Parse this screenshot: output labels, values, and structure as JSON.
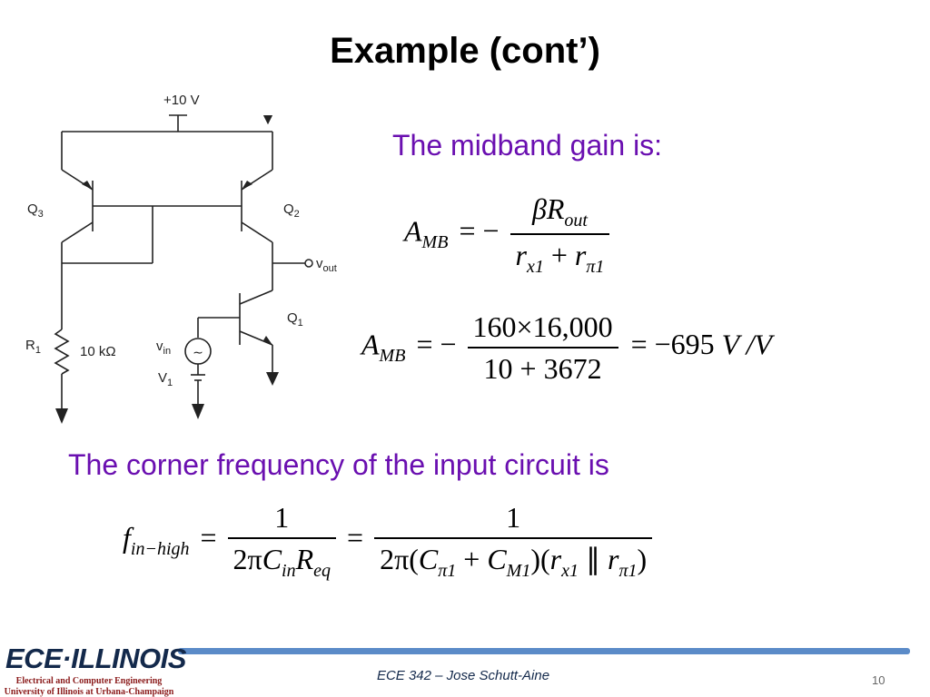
{
  "slide": {
    "title": "Example (cont’)",
    "midband_text": "The midband gain is:",
    "corner_text": "The corner frequency of the input circuit is",
    "footer_course": "ECE 342 – Jose Schutt-Aine",
    "page_number": "10"
  },
  "logo": {
    "name": "ECE·ILLINOIS",
    "line1": "Electrical and Computer Engineering",
    "line2": "University of Illinois at Urbana-Champaign"
  },
  "circuit": {
    "supply": "+10 V",
    "q3": "Q",
    "q3_sub": "3",
    "q2": "Q",
    "q2_sub": "2",
    "q1": "Q",
    "q1_sub": "1",
    "r1": "R",
    "r1_sub": "1",
    "r1_value": "10 kΩ",
    "vout": "v",
    "vout_sub": "out",
    "vin": "v",
    "vin_sub": "in",
    "v1": "V",
    "v1_sub": "1"
  },
  "eq1": {
    "lhs": "A",
    "lhs_sub": "MB",
    "equals_neg": "= −",
    "num_beta": "β",
    "num_r": "R",
    "num_sub": "out",
    "den_r1": "r",
    "den_sub1": "x1",
    "plus": "+",
    "den_r2": "r",
    "den_sub2": "π1"
  },
  "eq2": {
    "lhs": "A",
    "lhs_sub": "MB",
    "equals_neg": "= −",
    "numerator": "160×16,000",
    "denominator": "10 + 3672",
    "result": "= −695",
    "unit": "V /V"
  },
  "eq3": {
    "lhs": "f",
    "lhs_sub": "in−high",
    "equals1": "=",
    "num1": "1",
    "den1_coef": "2π",
    "den1_c": "C",
    "den1_c_sub": "in",
    "den1_r": "R",
    "den1_r_sub": "eq",
    "equals2": "=",
    "num2": "1",
    "den2_coef": "2π",
    "den2_c1": "C",
    "den2_c1_sub": "π1",
    "plus": "+",
    "den2_c2": "C",
    "den2_c2_sub": "M1",
    "den2_r1": "r",
    "den2_r1_sub": "x1",
    "parallel": "∥",
    "den2_r2": "r",
    "den2_r2_sub": "π1"
  }
}
